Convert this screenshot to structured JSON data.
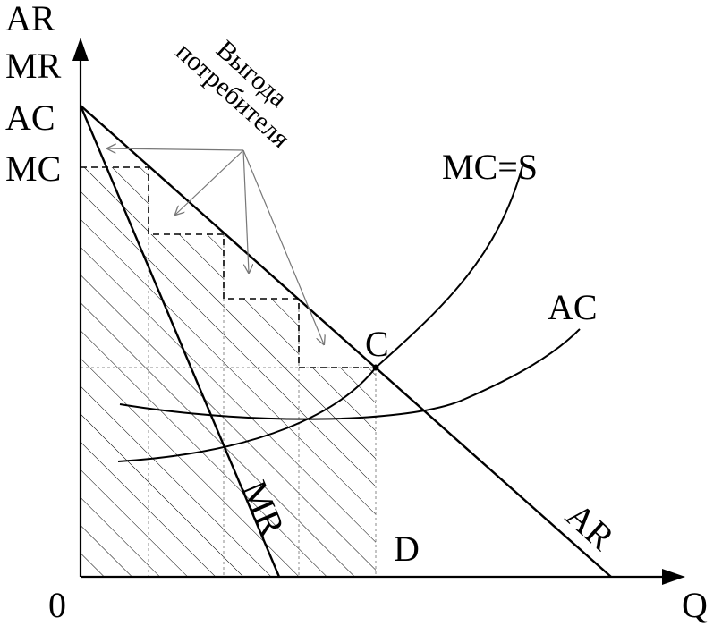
{
  "y_axis_labels": [
    "AR",
    "MR",
    "AC",
    "MC"
  ],
  "x_axis_label": "Q",
  "origin_label": "0",
  "curve_labels": {
    "mc": "MC=S",
    "ac": "AC",
    "mr": "MR",
    "ar": "AR"
  },
  "point_labels": {
    "c": "C",
    "d": "D"
  },
  "annotation": {
    "line1": "Выгода",
    "line2": "потребителя"
  }
}
